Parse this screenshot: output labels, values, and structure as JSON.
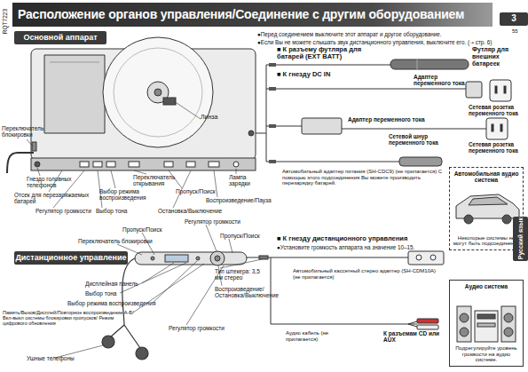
{
  "diagram": {
    "title": "Расположение органов управления/Соединение с другим оборудованием",
    "nodes": [
      {
        "text": [
          "3"
        ]
      },
      {
        "text": [
          "Основной аппарат"
        ]
      },
      {
        "text": [
          "Автомобильная аудио система",
          "Некоторые системы не могут быть подсоединены."
        ]
      },
      {
        "text": [
          "Русский язык"
        ]
      },
      {
        "text": [
          "Дистанционное управление"
        ]
      },
      {
        "text": [
          "Аудио система",
          "Подрегулируйте уровень громкости на аудио системе."
        ]
      }
    ],
    "labels": [
      "RQT7223",
      "55",
      "●Перед соединением выключите этот аппарат и другое оборудование.",
      "●Если Вы не можете слышать звук дистанционного управления, выключите его. (➝ стр. 6)",
      "Линза",
      "Переключатель блокировки",
      "Гнездо головных телефонов",
      "Отсек для перезаряжаемых батарей",
      "Регулятор громкости",
      "Выбор тона",
      "Выбор режима воспроизведения",
      "Переключатель открывания",
      "Пропуск/Поиск",
      "Остановка/Выключение",
      "Воспроизведение/Пауза",
      "Лампа зарядки",
      "■ К разъему футляра для батарей (EXT BATT)",
      "Футляр для внешних батареек",
      "■ К гнезду DC IN",
      "Адаптер переменного тока",
      "Сетевая розетка переменного тока",
      "Адаптер переменного тока",
      "Сетевая розетка переменного тока",
      "Сетевой шнур переменного тока",
      "Автомобильный адаптер питания (SH-CDC9) (не прилагается) С помощью этого подсоединения Вы можете производить перезарядку батарей.",
      "■ К гнезду дистанционного управления",
      "●Установите громкость аппарата на значение 10–15.",
      "Автомобильный кассетный стерео адаптер (SH-CDM10A) (не прилагается)",
      "Аудио кабель (не прилагается)",
      "К разъемам CD или AUX",
      "Пропуск/Поиск",
      "Регулятор громкости",
      "Переключатель блокировки",
      "Пропуск/Поиск",
      "Дисплейная панель",
      "Выбор тона",
      "Выбор режима воспроизведения",
      "Память/Вызов/Дисплей/Повторное воспроизведение A-B/ Вкл-выкл системы блокировки пропусков/ Режим цифрового обновления",
      "Тип штекера: 3,5 мм стерео",
      "Воспроизведение/ Остановка/Выключение",
      "Регулятор громкости",
      "Ушные телефоны"
    ]
  }
}
